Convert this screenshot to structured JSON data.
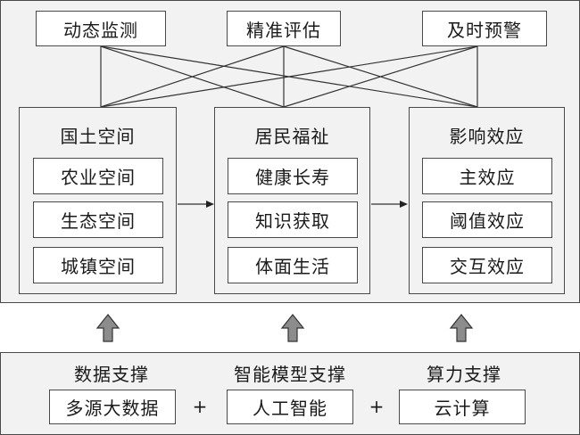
{
  "top_boxes": [
    "动态监测",
    "精准评估",
    "及时预警"
  ],
  "panels": [
    {
      "title": "国土空间",
      "items": [
        "农业空间",
        "生态空间",
        "城镇空间"
      ]
    },
    {
      "title": "居民福祉",
      "items": [
        "健康长寿",
        "知识获取",
        "体面生活"
      ]
    },
    {
      "title": "影响效应",
      "items": [
        "主效应",
        "阈值效应",
        "交互效应"
      ]
    }
  ],
  "support": {
    "labels": [
      "数据支撑",
      "智能模型支撑",
      "算力支撑"
    ],
    "boxes": [
      "多源大数据",
      "人工智能",
      "云计算"
    ],
    "plus": [
      "+",
      "+"
    ]
  },
  "colors": {
    "border": "#4a4a4a",
    "panel_fill": "#f2f2f2",
    "arrow_fill": "#8c8c8c"
  }
}
